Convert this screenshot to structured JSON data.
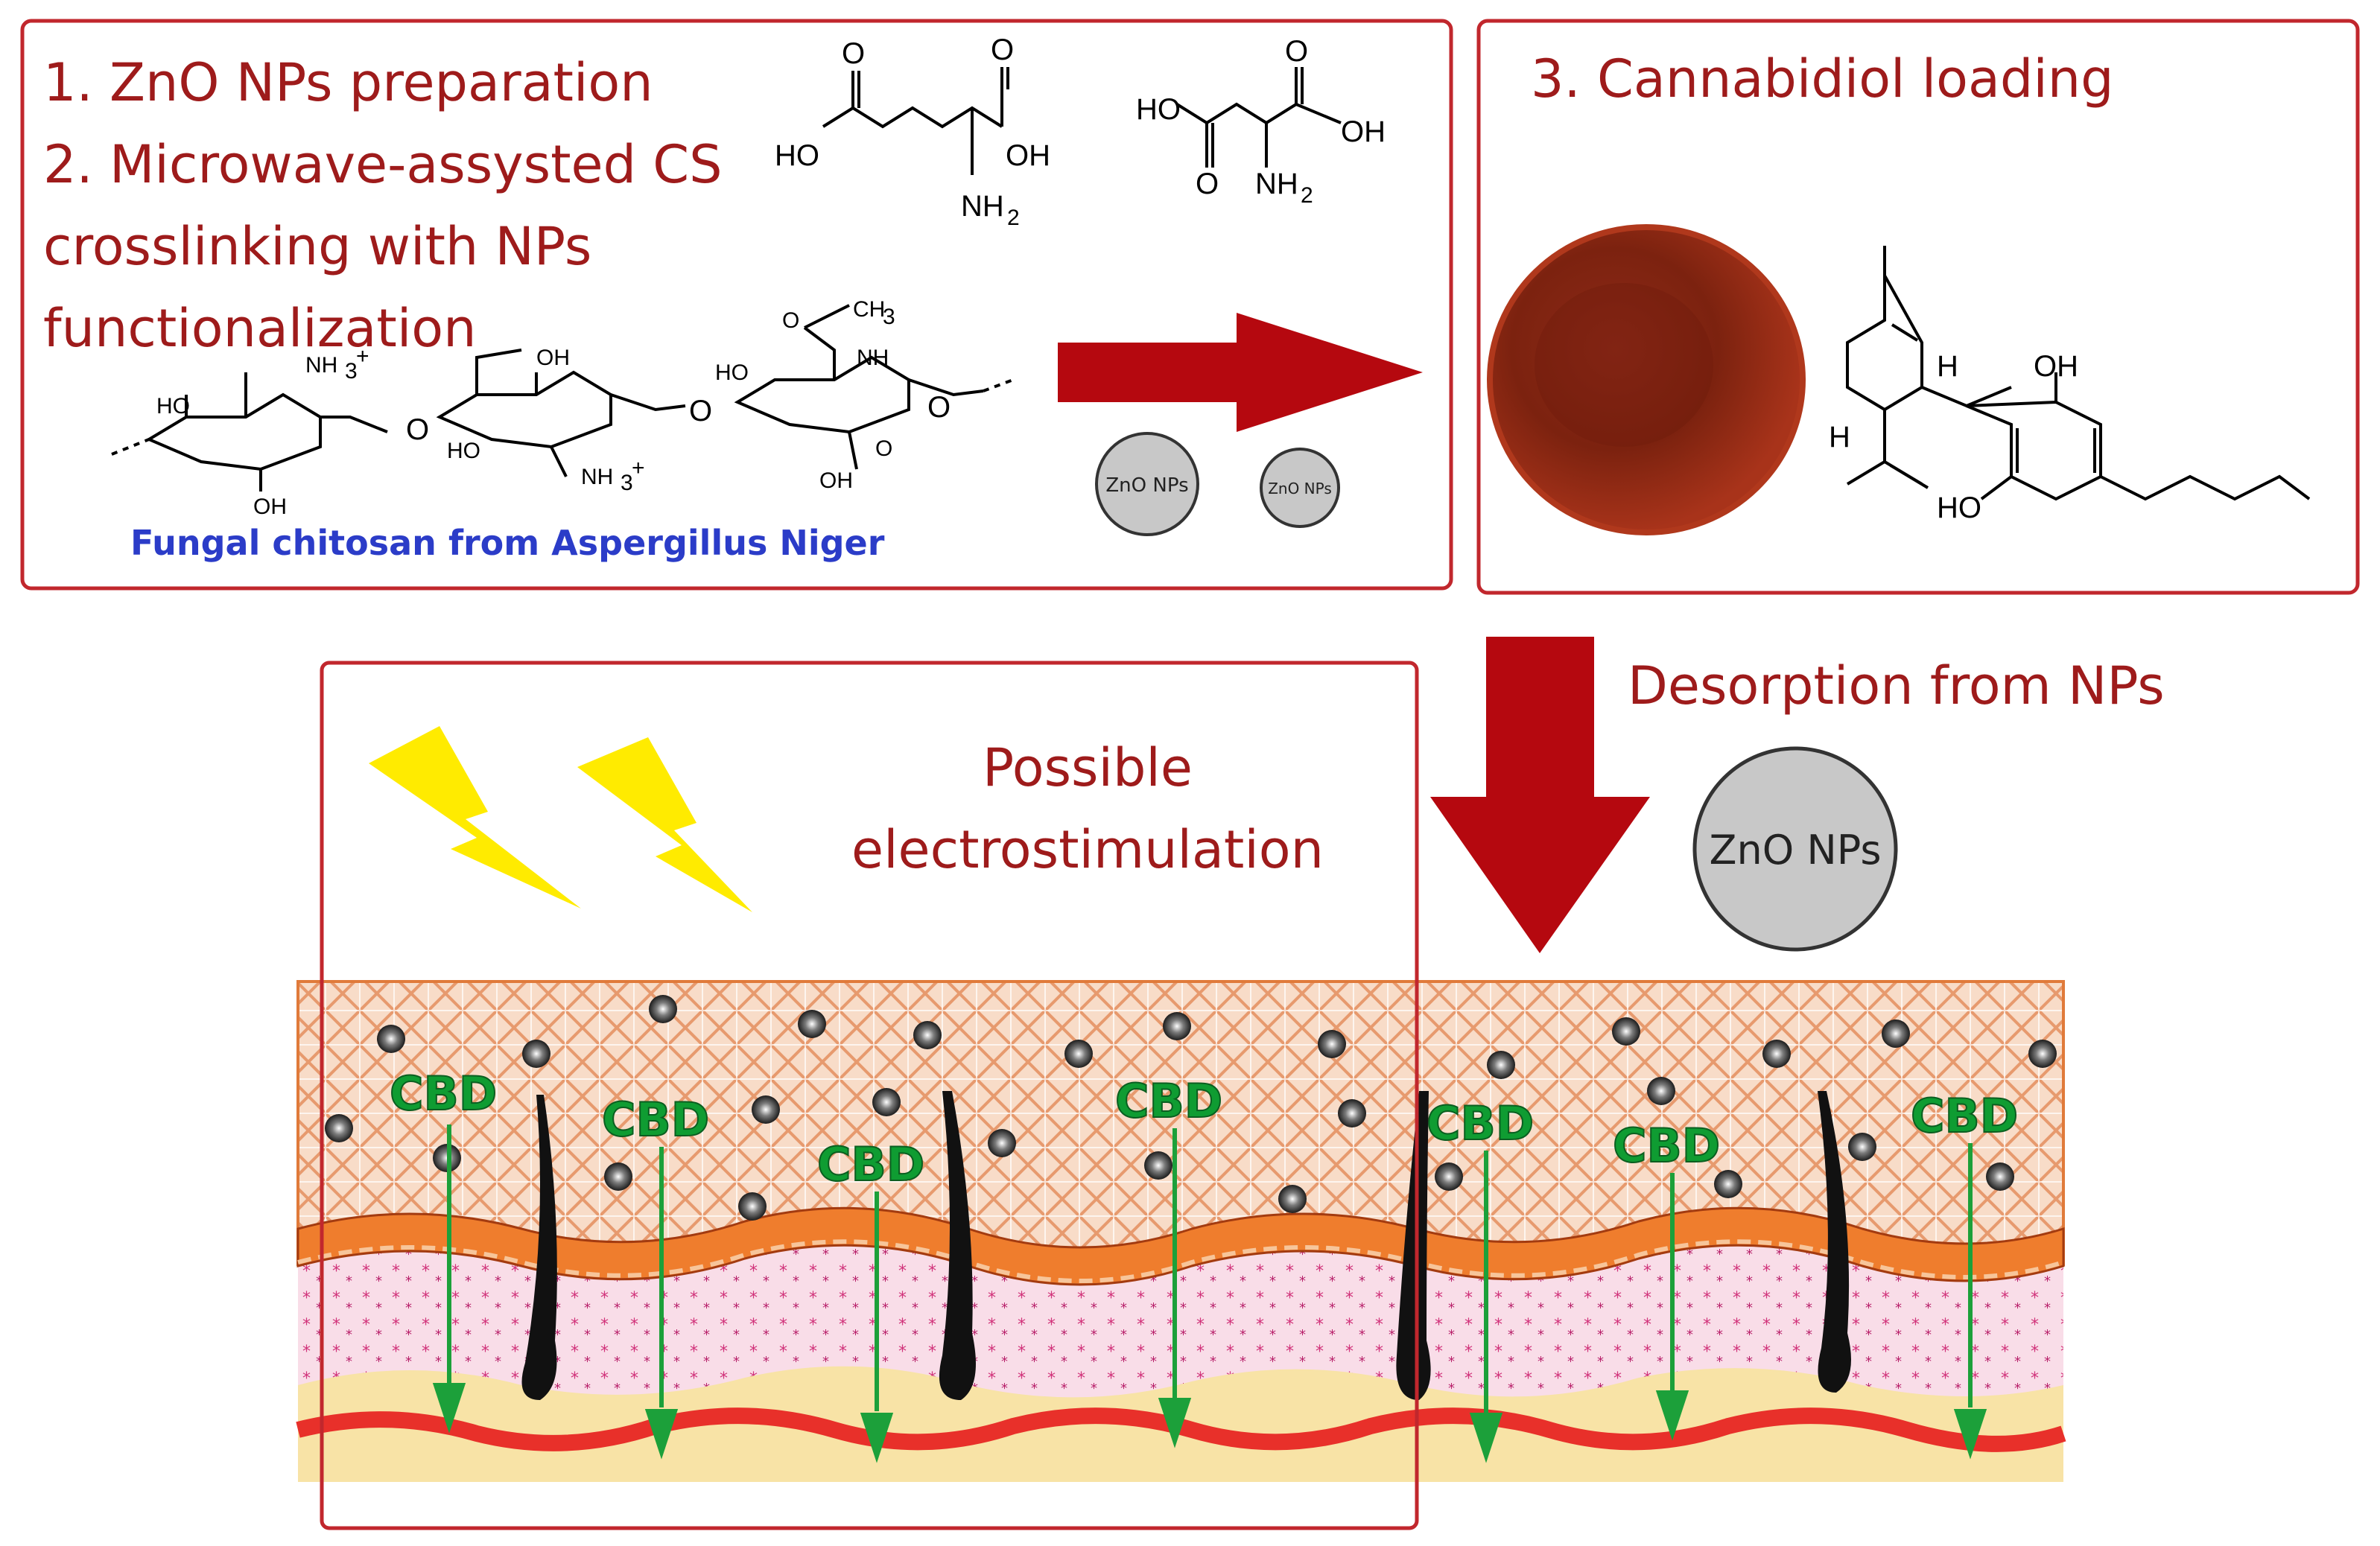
{
  "box1": {
    "line1": "1. ZnO NPs preparation",
    "line2": "2. Microwave-assysted CS",
    "line3": "crosslinking with NPs",
    "line4": "functionalization",
    "chitosan_caption": "Fungal chitosan from Aspergillus Niger"
  },
  "box2": {
    "title": "3. Cannabidiol loading"
  },
  "box3": {
    "line1": "Possible",
    "line2": "electrostimulation"
  },
  "desorption_label": "Desorption from NPs",
  "nps": {
    "small_a": "ZnO NPs",
    "small_b": "ZnO NPs",
    "large": "ZnO NPs"
  },
  "cbd_label": "CBD",
  "chem_labels": {
    "o": "O",
    "ho": "HO",
    "oh": "OH",
    "nh2": "NH",
    "sub2": "2",
    "nh3": "NH",
    "sub3": "3",
    "plus": "+",
    "nh": "NH",
    "ch3": "CH",
    "h": "H"
  },
  "colors": {
    "box_border": "#c1272d",
    "title_text": "#9e1b1b",
    "arrow_red": "#b5080f",
    "caption_blue": "#2b3cc8",
    "lightning": "#ffeb00",
    "cbd_green": "#0f9c32",
    "np_fill": "#c8c8c8",
    "skin_peach": "#f6d6bf",
    "epidermis_orange": "#ef7d2d",
    "dermis_pink": "#f9dde8",
    "fat_yellow": "#f8e3a6",
    "vessel_red": "#e8302a"
  }
}
